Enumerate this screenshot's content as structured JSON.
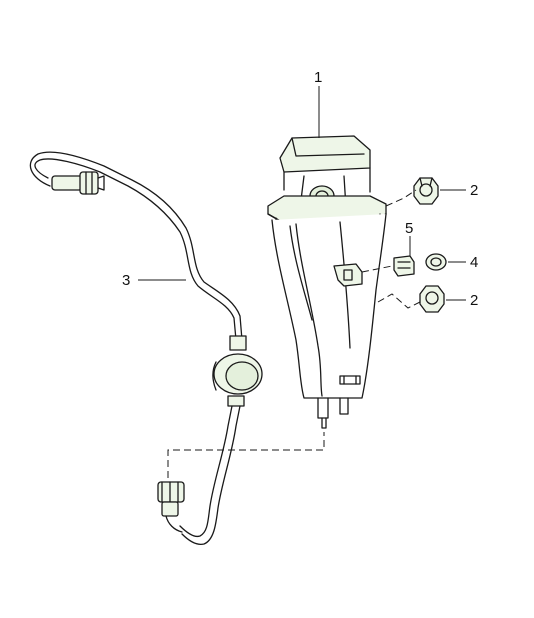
{
  "colors": {
    "line": "#1a1a1a",
    "hose_tint": "#e4f0dc",
    "part_tint": "#eef6e8",
    "background": "#ffffff"
  },
  "callouts": {
    "canister": "1",
    "nut_upper": "2",
    "nut_lower": "2",
    "hose": "3",
    "grommet": "4",
    "clip": "5"
  }
}
